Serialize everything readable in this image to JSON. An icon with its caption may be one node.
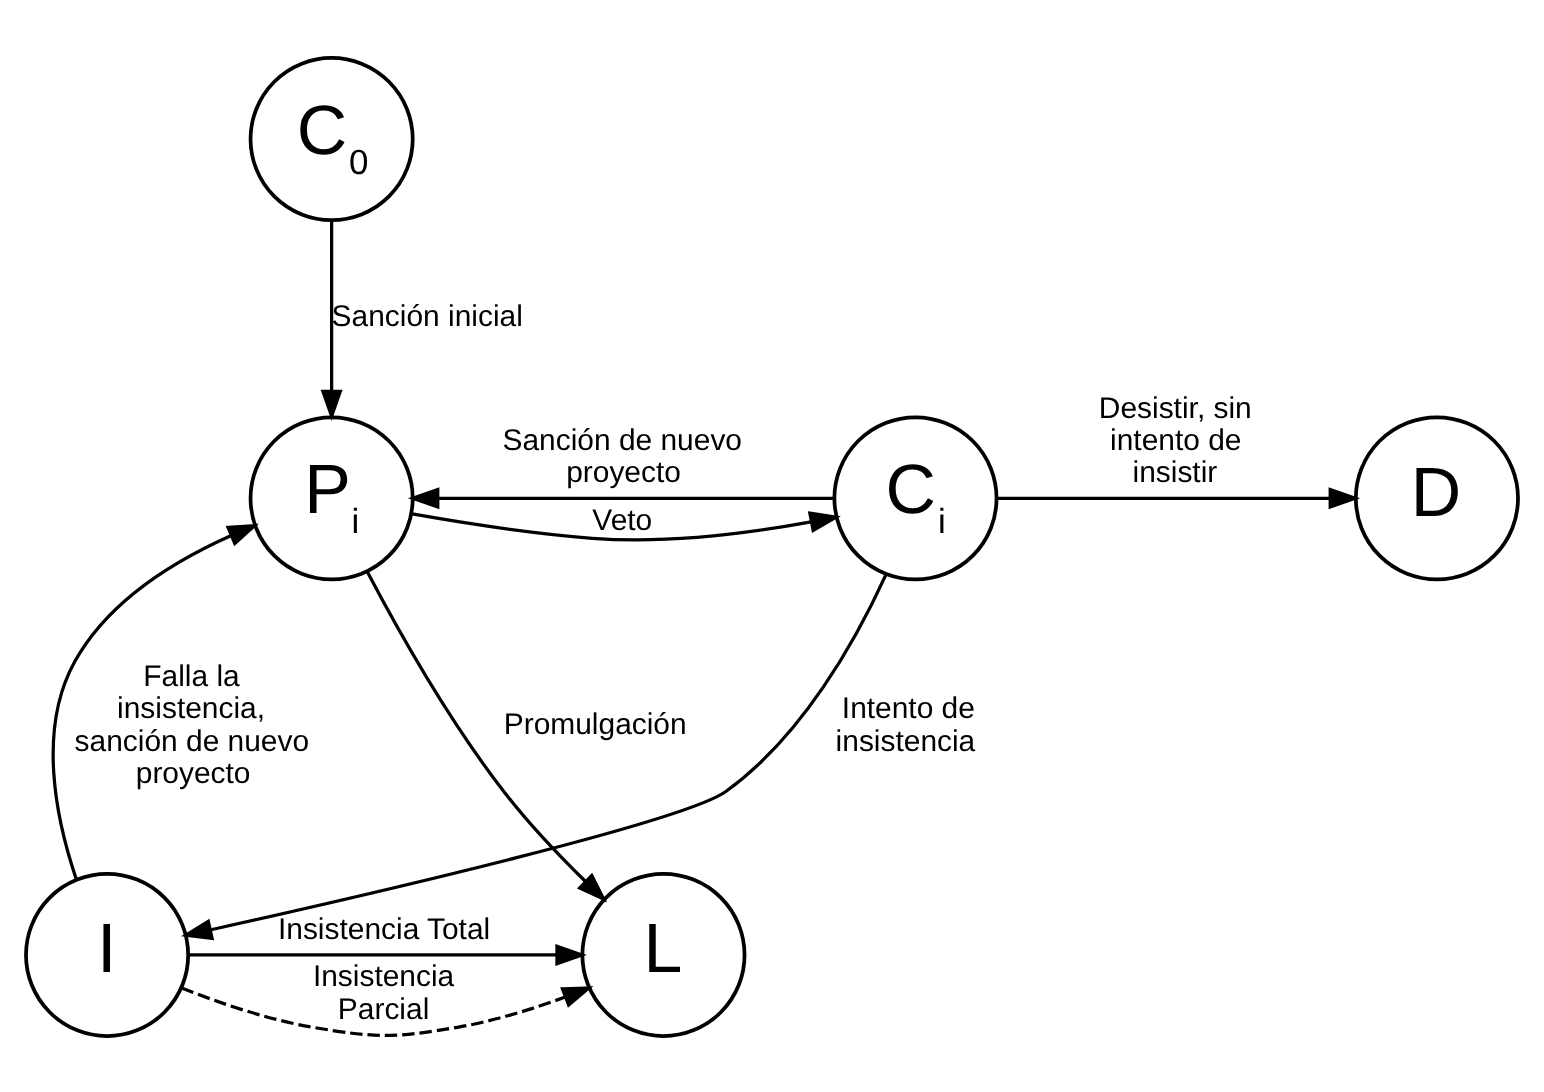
{
  "diagram": {
    "nodes": [
      {
        "text": [
          "C$_{0}$"
        ]
      },
      {
        "text": [
          "P$_{i}$"
        ]
      },
      {
        "text": [
          "C$_{i}$"
        ]
      },
      {
        "text": [
          "D"
        ]
      },
      {
        "text": [
          "L"
        ]
      },
      {
        "text": [
          "I"
        ]
      }
    ],
    "edges": [
      {
        "from": 0,
        "to": 1,
        "arrow": "to",
        "label": "Sanción inicial"
      },
      {
        "from": 1,
        "to": 2,
        "arrow": "to",
        "label": "Veto"
      },
      {
        "from": 2,
        "to": 1,
        "arrow": "to",
        "label": "Sanción de nuevo proyecto"
      },
      {
        "from": 2,
        "to": 3,
        "arrow": "to",
        "label": "Desistir, sin intento de insistir"
      },
      {
        "from": 1,
        "to": 4,
        "arrow": "to",
        "label": "Promulgación"
      },
      {
        "from": 2,
        "to": 5,
        "arrow": "to",
        "label": "Intento de insistencia"
      },
      {
        "from": 5,
        "to": 1,
        "arrow": "to",
        "label": "Falla la insistencia, sanción de nuevo proyecto"
      },
      {
        "from": 5,
        "to": 4,
        "arrow": "to",
        "label": "Insistencia Total"
      },
      {
        "from": 5,
        "to": 4,
        "arrow": "to",
        "label": "Insistencia Parcial",
        "style": "dashed"
      }
    ]
  }
}
